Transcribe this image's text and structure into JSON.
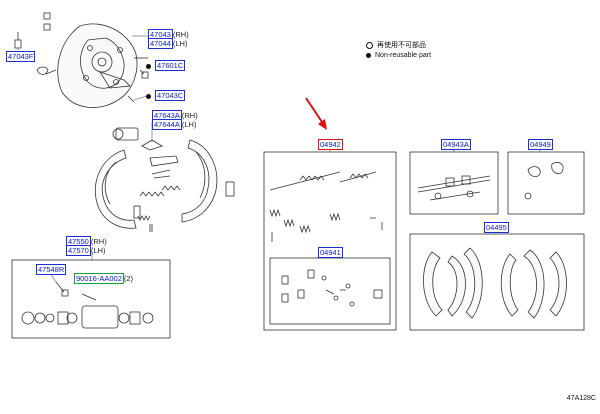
{
  "notes": [
    {
      "marker": "double-ring",
      "text": "再使用不可部品"
    },
    {
      "marker": "dot",
      "text": "Non-reusable part"
    }
  ],
  "labels": {
    "p47043f": "47043F",
    "p47043_rh": "47043",
    "p47043_rh_sfx": "(RH)",
    "p47044_lh": "47044",
    "p47044_lh_sfx": "(LH)",
    "p47601c": "47601C",
    "p47043c": "47043C",
    "p47643a": "47643A",
    "p47643a_sfx": "(RH)",
    "p47644a": "47644A",
    "p47644a_sfx": "(LH)",
    "p47550": "47550",
    "p47550_sfx": "(RH)",
    "p47570": "47570",
    "p47570_sfx": "(LH)",
    "p47548r": "47548R",
    "p90016": "90016-AA002",
    "p90016_sfx": "(2)",
    "p04942": "04942",
    "p04941": "04941",
    "p04943a": "04943A",
    "p04949": "04949",
    "p04495": "04495"
  },
  "diagram_code": "47A128C",
  "colors": {
    "label_blue": "#0a1cc8",
    "highlight_red": "#e01010",
    "arrow_red": "#e01010",
    "line": "#333333"
  }
}
